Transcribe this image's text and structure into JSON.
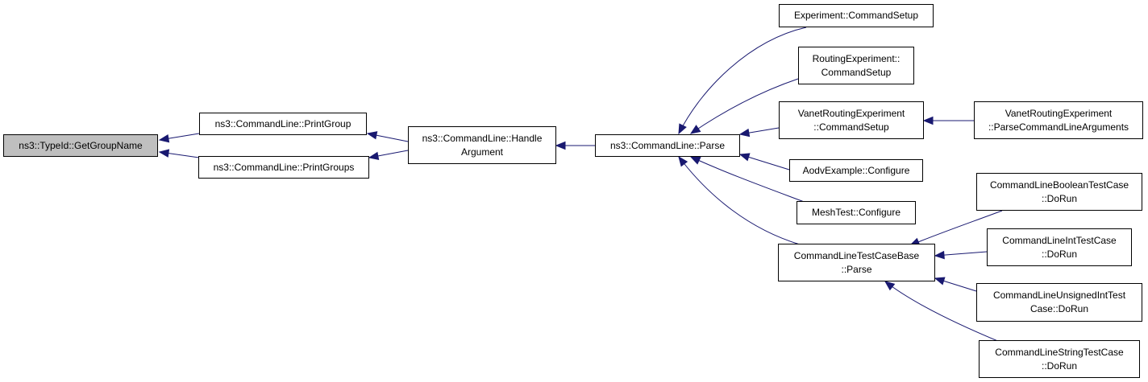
{
  "diagram": {
    "type": "doxygen-caller-graph",
    "colors": {
      "edge": "#191970",
      "root_fill": "#bfbfbf",
      "node_fill": "#ffffff",
      "border": "#000000"
    },
    "nodes": [
      {
        "id": "n0",
        "lines": [
          "ns3::TypeId::GetGroupName"
        ],
        "root": true
      },
      {
        "id": "n1",
        "lines": [
          "ns3::CommandLine::PrintGroup"
        ]
      },
      {
        "id": "n2",
        "lines": [
          "ns3::CommandLine::PrintGroups"
        ]
      },
      {
        "id": "n3",
        "lines": [
          "ns3::CommandLine::Handle",
          "Argument"
        ]
      },
      {
        "id": "n4",
        "lines": [
          "ns3::CommandLine::Parse"
        ]
      },
      {
        "id": "n5",
        "lines": [
          "Experiment::CommandSetup"
        ]
      },
      {
        "id": "n6",
        "lines": [
          "RoutingExperiment::",
          "CommandSetup"
        ]
      },
      {
        "id": "n7",
        "lines": [
          "VanetRoutingExperiment",
          "::CommandSetup"
        ]
      },
      {
        "id": "n8",
        "lines": [
          "VanetRoutingExperiment",
          "::ParseCommandLineArguments"
        ]
      },
      {
        "id": "n9",
        "lines": [
          "AodvExample::Configure"
        ]
      },
      {
        "id": "n10",
        "lines": [
          "MeshTest::Configure"
        ]
      },
      {
        "id": "n11",
        "lines": [
          "CommandLineTestCaseBase",
          "::Parse"
        ]
      },
      {
        "id": "n12",
        "lines": [
          "CommandLineBooleanTestCase",
          "::DoRun"
        ]
      },
      {
        "id": "n13",
        "lines": [
          "CommandLineIntTestCase",
          "::DoRun"
        ]
      },
      {
        "id": "n14",
        "lines": [
          "CommandLineUnsignedIntTest",
          "Case::DoRun"
        ]
      },
      {
        "id": "n15",
        "lines": [
          "CommandLineStringTestCase",
          "::DoRun"
        ]
      }
    ],
    "edges": [
      {
        "from": "n1",
        "to": "n0"
      },
      {
        "from": "n2",
        "to": "n0"
      },
      {
        "from": "n3",
        "to": "n1"
      },
      {
        "from": "n3",
        "to": "n2"
      },
      {
        "from": "n4",
        "to": "n3"
      },
      {
        "from": "n5",
        "to": "n4"
      },
      {
        "from": "n6",
        "to": "n4"
      },
      {
        "from": "n7",
        "to": "n4"
      },
      {
        "from": "n9",
        "to": "n4"
      },
      {
        "from": "n10",
        "to": "n4"
      },
      {
        "from": "n11",
        "to": "n4"
      },
      {
        "from": "n8",
        "to": "n7"
      },
      {
        "from": "n12",
        "to": "n11"
      },
      {
        "from": "n13",
        "to": "n11"
      },
      {
        "from": "n14",
        "to": "n11"
      },
      {
        "from": "n15",
        "to": "n11"
      }
    ]
  }
}
